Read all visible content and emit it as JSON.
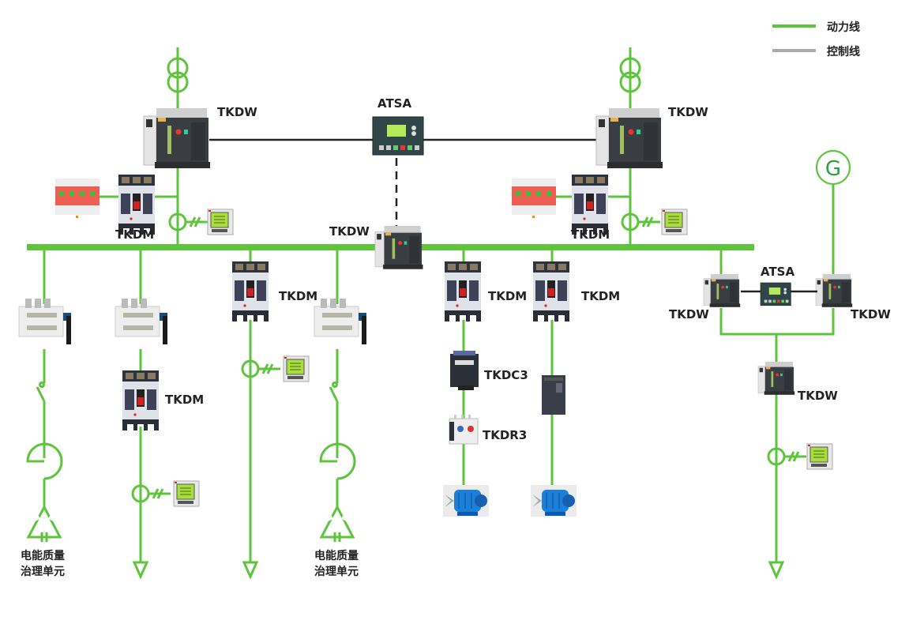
{
  "legend": {
    "items": [
      {
        "label": "动力线",
        "color": "#5ec43c"
      },
      {
        "label": "控制线",
        "color": "#aaaaaa"
      }
    ]
  },
  "colors": {
    "power_line": "#5ec43c",
    "control_line": "#222222",
    "label_text": "#222222"
  },
  "labels": {
    "tkdw_main_left": "TKDW",
    "tkdw_main_right": "TKDW",
    "atsa_main": "ATSA",
    "tkdm_spd_left": "TKDM",
    "tkdm_spd_right": "TKDM",
    "tkdw_bus_tie": "TKDW",
    "tkdm_feeder2": "TKDM",
    "tkdm_feeder3": "TKDM",
    "tkdm_feeder5": "TKDM",
    "tkdm_feeder6": "TKDM",
    "tkdc3": "TKDC3",
    "tkdr3": "TKDR3",
    "atsa_gen": "ATSA",
    "tkdw_gen_left": "TKDW",
    "tkdw_gen_right": "TKDW",
    "tkdw_gen_out": "TKDW",
    "generator": "G",
    "pq_unit_1_line1": "电能质量",
    "pq_unit_1_line2": "治理单元",
    "pq_unit_2_line1": "电能质量",
    "pq_unit_2_line2": "治理单元"
  }
}
